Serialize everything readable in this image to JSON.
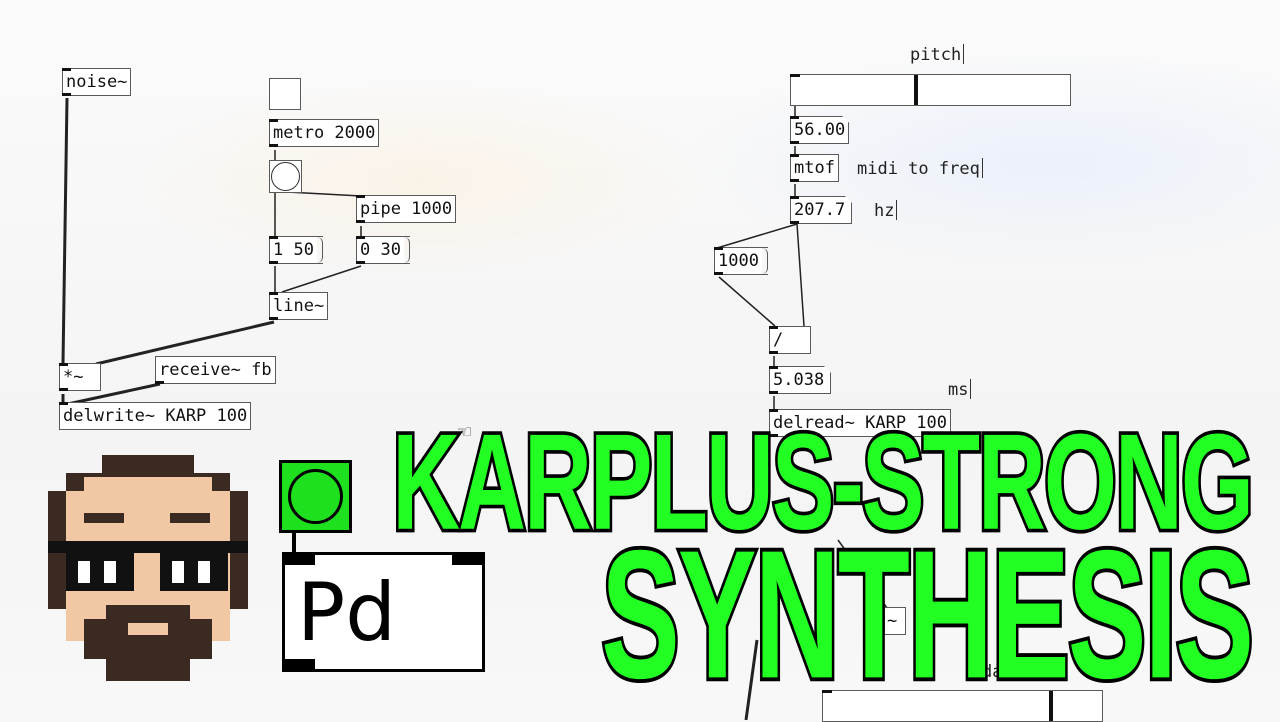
{
  "patch": {
    "left": {
      "noise_label": "noise~",
      "metro_label": "metro 2000",
      "pipe_label": "pipe 1000",
      "msg_attack": "1 50",
      "msg_release": "0 30",
      "line_label": "line~",
      "mult_label": "*~",
      "receive_label": "receive~ fb",
      "delwrite_label": "delwrite~ KARP 100"
    },
    "right": {
      "pitch_comment": "pitch",
      "pitch_number": "56.00",
      "mtof_label": "mtof",
      "mtof_comment": "midi to freq",
      "freq_number": "207.7",
      "hz_comment": "hz",
      "msg_1000": "1000",
      "div_label": "/",
      "period_number": "5.038",
      "ms_comment": "ms",
      "delread_label": "delread~ KARP 100",
      "partial_obj": "~",
      "damping_comment": "damping"
    },
    "pitch_slider_value": 0.44,
    "damping_slider_value": 0.82
  },
  "title": {
    "line1": "KARPLUS-STRONG",
    "line2": "SYNTHESIS"
  },
  "logo": {
    "pd_text": "Pd"
  },
  "colors": {
    "title_fill": "#22ff22",
    "title_stroke": "#000000",
    "pd_bang": "#1fe01f",
    "avatar_skin": "#f2c7a3",
    "avatar_hair": "#3a2a22",
    "avatar_glasses": "#111111"
  }
}
